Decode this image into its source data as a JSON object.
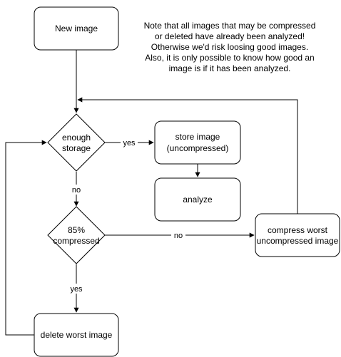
{
  "nodes": {
    "new_image": "New image",
    "enough_storage": [
      "enough",
      "storage"
    ],
    "store_image": [
      "store image",
      "(uncompressed)"
    ],
    "analyze": "analyze",
    "pct_compressed": [
      "85%",
      "compressed"
    ],
    "compress_worst": [
      "compress worst",
      "uncompressed image"
    ],
    "delete_worst": "delete worst image"
  },
  "edges": {
    "yes_storage": "yes",
    "no_storage": "no",
    "no_compressed": "no",
    "yes_compressed": "yes"
  },
  "note": [
    "Note that all images that may be compressed",
    "or deleted have already been analyzed!",
    "Otherwise we'd risk loosing good images.",
    "Also, it is only possible to know how good an",
    "image is if it has been analyzed."
  ]
}
